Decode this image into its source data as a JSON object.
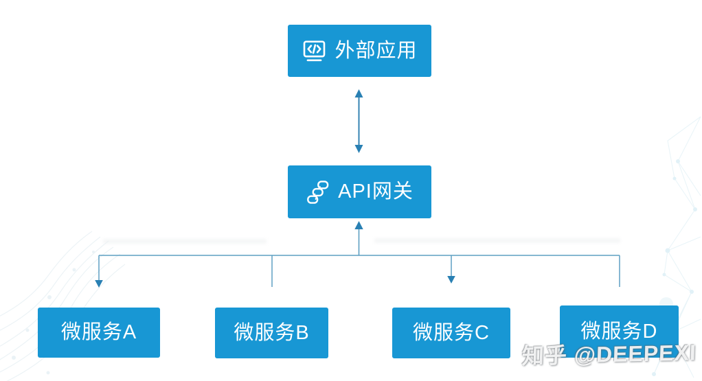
{
  "diagram": {
    "nodes": {
      "external_app": {
        "label": "外部应用",
        "icon": "app-window-code-icon"
      },
      "api_gateway": {
        "label": "API网关",
        "icon": "workflow-loops-icon"
      }
    },
    "services": [
      {
        "label": "微服务A"
      },
      {
        "label": "微服务B"
      },
      {
        "label": "微服务C"
      },
      {
        "label": "微服务D"
      }
    ],
    "colors": {
      "node_fill": "#1897d4",
      "node_text": "#ffffff",
      "connector_line": "#4a93bd",
      "arrowhead": "#2980b3",
      "deco_tint": "#e3eff5"
    }
  },
  "watermark": {
    "text": "知乎 @DEEPEXI"
  }
}
